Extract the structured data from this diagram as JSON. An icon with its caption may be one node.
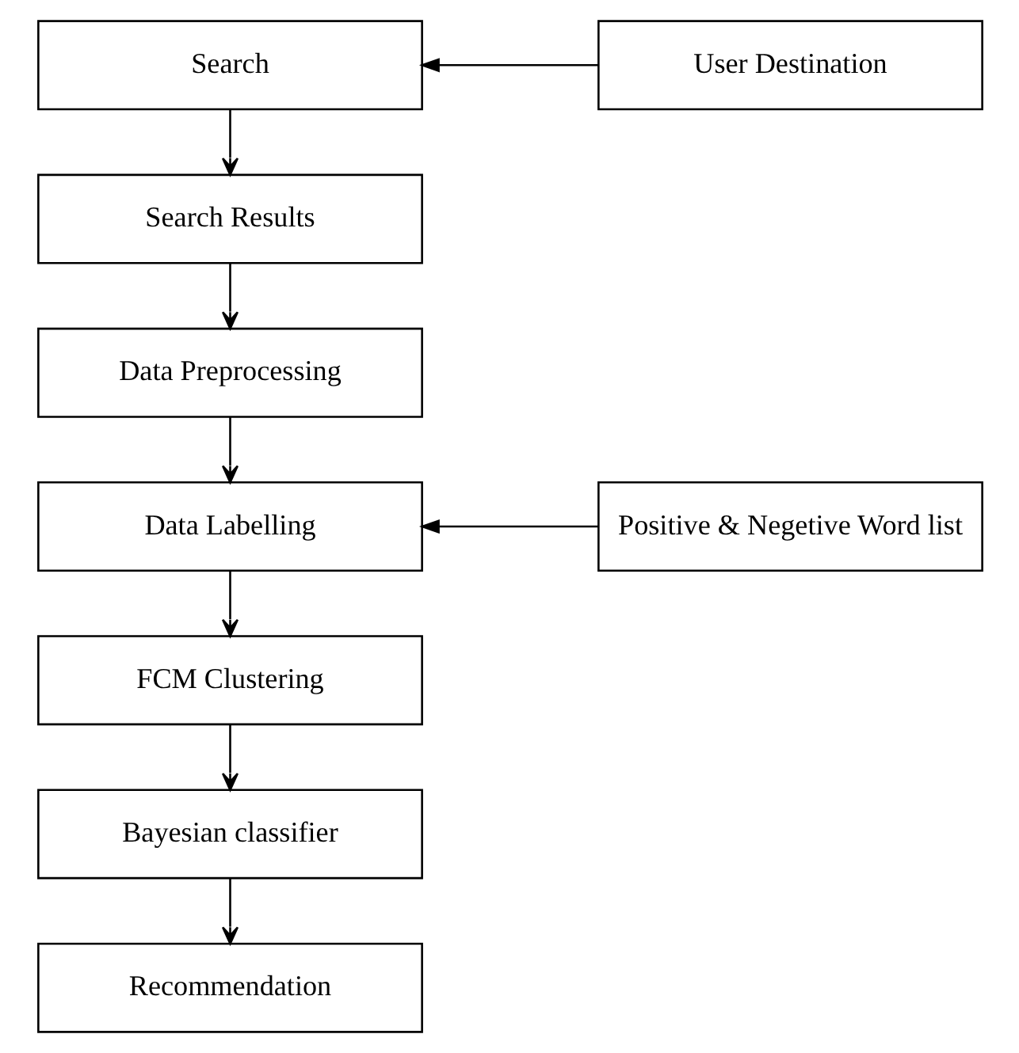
{
  "diagram": {
    "nodes": [
      {
        "text": [
          "Search"
        ]
      },
      {
        "text": [
          "User Destination"
        ]
      },
      {
        "text": [
          "Search Results"
        ]
      },
      {
        "text": [
          "Data Preprocessing"
        ]
      },
      {
        "text": [
          "Data Labelling"
        ]
      },
      {
        "text": [
          "Positive & Negetive Word list"
        ]
      },
      {
        "text": [
          "FCM Clustering"
        ]
      },
      {
        "text": [
          "Bayesian classifier"
        ]
      },
      {
        "text": [
          "Recommendation"
        ]
      }
    ],
    "edges": [
      {
        "from": 1,
        "to": 0,
        "arrow": "to"
      },
      {
        "from": 0,
        "to": 2,
        "arrow": "to"
      },
      {
        "from": 2,
        "to": 3,
        "arrow": "to"
      },
      {
        "from": 3,
        "to": 4,
        "arrow": "to"
      },
      {
        "from": 5,
        "to": 4,
        "arrow": "to"
      },
      {
        "from": 4,
        "to": 6,
        "arrow": "to"
      },
      {
        "from": 6,
        "to": 7,
        "arrow": "to"
      },
      {
        "from": 7,
        "to": 8,
        "arrow": "to"
      }
    ]
  }
}
